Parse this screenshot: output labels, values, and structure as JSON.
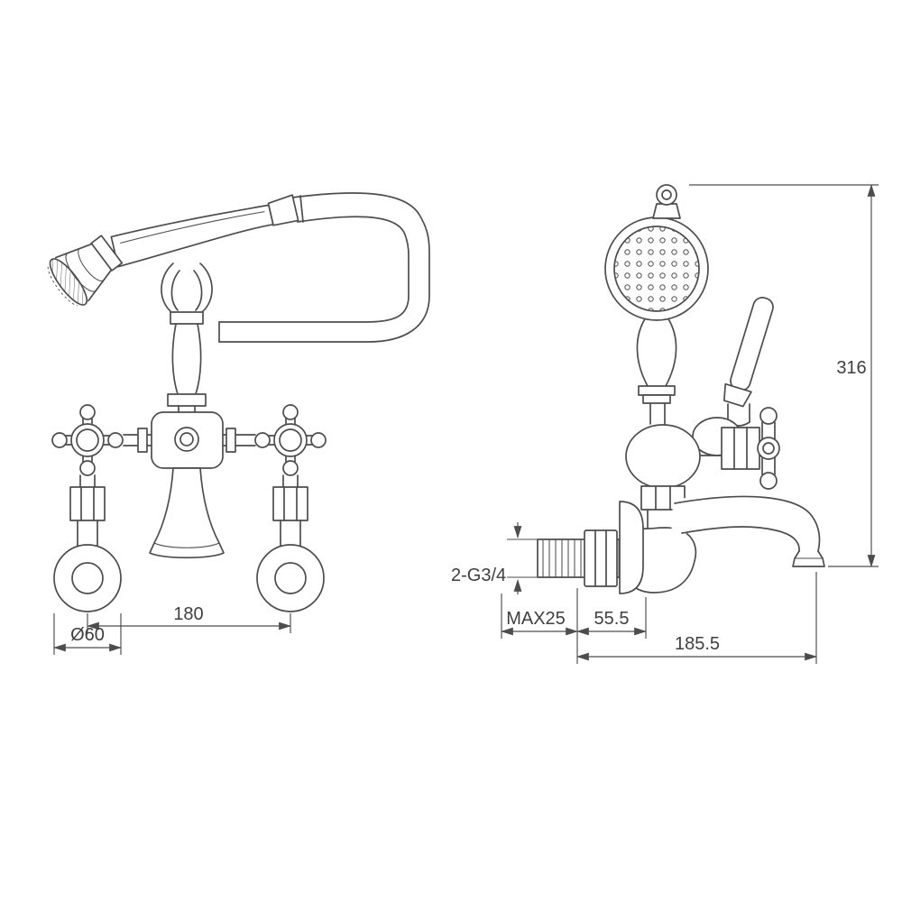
{
  "drawing": {
    "background_color": "#ffffff",
    "line_color": "#4d4d4d",
    "front_view": {
      "dim_center_distance": "180",
      "dim_flange_diameter": "Ø60"
    },
    "side_view": {
      "dim_overall_height": "316",
      "dim_inlet_thread": "2-G3/4",
      "dim_max_wall_thickness": "MAX25",
      "dim_wall_to_flange": "55.5",
      "dim_spout_reach": "185.5"
    }
  }
}
